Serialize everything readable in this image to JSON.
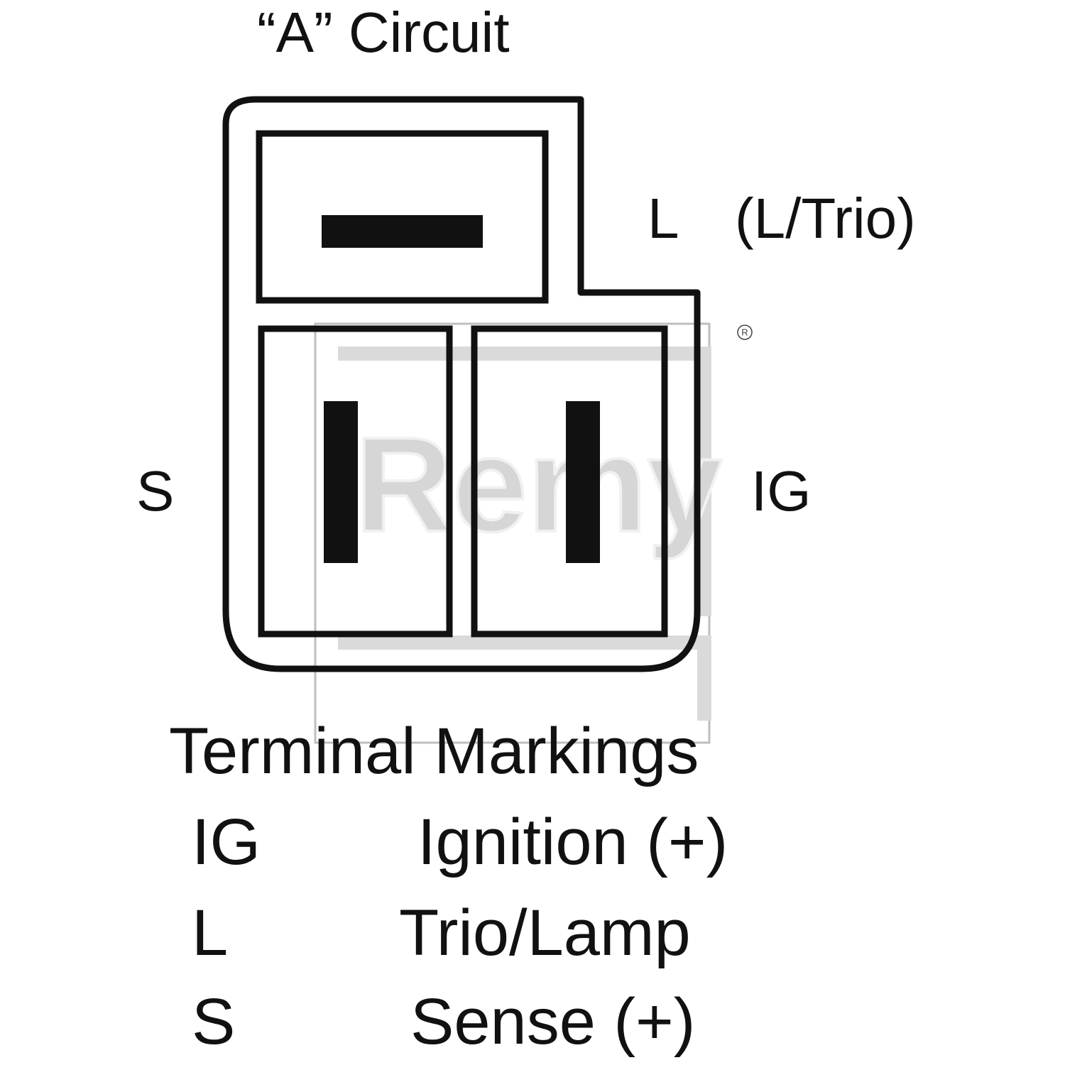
{
  "diagram": {
    "title": "“A”  Circuit",
    "labels": {
      "l": "L",
      "l_trio": "(L/Trio)",
      "s": "S",
      "ig": "IG"
    },
    "watermark": "Remy"
  },
  "legend": {
    "title": "Terminal Markings",
    "rows": [
      {
        "code": "IG",
        "desc": "Ignition (+)"
      },
      {
        "code": "L",
        "desc": "Trio/Lamp"
      },
      {
        "code": "S",
        "desc": "Sense (+)"
      }
    ]
  },
  "colors": {
    "ink": "#111111",
    "watermark": "#9a9a9a",
    "background": "#ffffff"
  }
}
